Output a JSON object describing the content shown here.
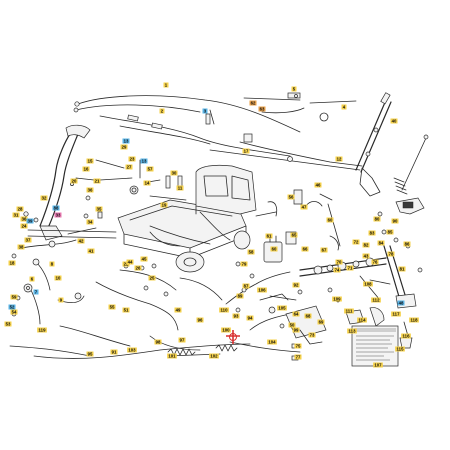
{
  "diagram": {
    "callouts": [
      {
        "id": "c1",
        "label": "1",
        "color": "#f5d14a"
      },
      {
        "id": "c2",
        "label": "3",
        "color": "#5ab4e6"
      },
      {
        "id": "c3",
        "label": "2",
        "color": "#f5d14a"
      },
      {
        "id": "c4",
        "label": "62",
        "color": "#e8a04a"
      },
      {
        "id": "c5",
        "label": "63",
        "color": "#e8a04a"
      },
      {
        "id": "c6",
        "label": "5",
        "color": "#f5d14a"
      },
      {
        "id": "c7",
        "label": "4",
        "color": "#f5d14a"
      },
      {
        "id": "c8",
        "label": "40",
        "color": "#f5d14a"
      },
      {
        "id": "c9",
        "label": "13",
        "color": "#5ab4e6"
      },
      {
        "id": "c10",
        "label": "12",
        "color": "#f5d14a"
      },
      {
        "id": "c11",
        "label": "29",
        "color": "#f5d14a"
      },
      {
        "id": "c12",
        "label": "23",
        "color": "#f5d14a"
      },
      {
        "id": "c13",
        "label": "27",
        "color": "#f5d14a"
      },
      {
        "id": "c14",
        "label": "57",
        "color": "#f5d14a"
      },
      {
        "id": "c15",
        "label": "30",
        "color": "#f5d14a"
      },
      {
        "id": "c16",
        "label": "13",
        "color": "#5ab4e6"
      },
      {
        "id": "c17",
        "label": "14",
        "color": "#f5d14a"
      },
      {
        "id": "c18",
        "label": "11",
        "color": "#f5d14a"
      },
      {
        "id": "c19",
        "label": "17",
        "color": "#f5d14a"
      },
      {
        "id": "c20",
        "label": "20",
        "color": "#f5d14a"
      },
      {
        "id": "c21",
        "label": "21",
        "color": "#f5d14a"
      },
      {
        "id": "c22",
        "label": "16",
        "color": "#f5d14a"
      },
      {
        "id": "c23",
        "label": "15",
        "color": "#f5d14a"
      },
      {
        "id": "c24",
        "label": "56",
        "color": "#f5d14a"
      },
      {
        "id": "c25",
        "label": "47",
        "color": "#f5d14a"
      },
      {
        "id": "c26",
        "label": "46",
        "color": "#f5d14a"
      },
      {
        "id": "c27",
        "label": "80",
        "color": "#f5d14a"
      },
      {
        "id": "c28",
        "label": "90",
        "color": "#f5d14a"
      },
      {
        "id": "c29",
        "label": "85",
        "color": "#f5d14a"
      },
      {
        "id": "c30",
        "label": "84",
        "color": "#f5d14a"
      },
      {
        "id": "c31",
        "label": "83",
        "color": "#f5d14a"
      },
      {
        "id": "c32",
        "label": "82",
        "color": "#f5d14a"
      },
      {
        "id": "c33",
        "label": "86",
        "color": "#f5d14a"
      },
      {
        "id": "c34",
        "label": "78",
        "color": "#f5d14a"
      },
      {
        "id": "c35",
        "label": "81",
        "color": "#f5d14a"
      },
      {
        "id": "c36",
        "label": "72",
        "color": "#f5d14a"
      },
      {
        "id": "c37",
        "label": "76",
        "color": "#f5d14a"
      },
      {
        "id": "c38",
        "label": "43",
        "color": "#f5d14a"
      },
      {
        "id": "c39",
        "label": "109",
        "color": "#f5d14a"
      },
      {
        "id": "c40",
        "label": "100",
        "color": "#f5d14a"
      },
      {
        "id": "c41",
        "label": "107",
        "color": "#f5d14a"
      },
      {
        "id": "c42",
        "label": "48",
        "color": "#5ab4e6"
      },
      {
        "id": "c43",
        "label": "60",
        "color": "#f5d14a"
      },
      {
        "id": "c44",
        "label": "58",
        "color": "#f5d14a"
      },
      {
        "id": "c45",
        "label": "61",
        "color": "#f5d14a"
      },
      {
        "id": "c46",
        "label": "65",
        "color": "#f5d14a"
      },
      {
        "id": "c47",
        "label": "66",
        "color": "#f5d14a"
      },
      {
        "id": "c48",
        "label": "67",
        "color": "#f5d14a"
      },
      {
        "id": "c49",
        "label": "70",
        "color": "#f5d14a"
      },
      {
        "id": "c50",
        "label": "71",
        "color": "#f5d14a"
      },
      {
        "id": "c51",
        "label": "74",
        "color": "#f5d14a"
      },
      {
        "id": "c52",
        "label": "92",
        "color": "#f5d14a"
      },
      {
        "id": "c53",
        "label": "110",
        "color": "#f5d14a"
      },
      {
        "id": "c54",
        "label": "50",
        "color": "#f5d14a"
      },
      {
        "id": "c55",
        "label": "99",
        "color": "#f5d14a"
      },
      {
        "id": "c56",
        "label": "18",
        "color": "#f5d14a"
      },
      {
        "id": "c57",
        "label": "88",
        "color": "#5ab4e6"
      },
      {
        "id": "c58",
        "label": "9",
        "color": "#f5d14a"
      },
      {
        "id": "c59",
        "label": "119",
        "color": "#f5d14a"
      },
      {
        "id": "c60",
        "label": "103",
        "color": "#f5d14a"
      },
      {
        "id": "c61",
        "label": "91",
        "color": "#f5d14a"
      },
      {
        "id": "c62",
        "label": "95",
        "color": "#f5d14a"
      },
      {
        "id": "c63",
        "label": "31",
        "color": "#f5d14a"
      },
      {
        "id": "c64",
        "label": "36",
        "color": "#f5d14a"
      },
      {
        "id": "c65",
        "label": "39",
        "color": "#5ab4e6"
      },
      {
        "id": "c66",
        "label": "37",
        "color": "#f5d14a"
      },
      {
        "id": "c67",
        "label": "38",
        "color": "#f5d14a"
      },
      {
        "id": "c68",
        "label": "26",
        "color": "#f5d14a"
      },
      {
        "id": "c69",
        "label": "22",
        "color": "#f5d14a"
      },
      {
        "id": "c70",
        "label": "25",
        "color": "#f5d14a"
      },
      {
        "id": "c71",
        "label": "6",
        "color": "#f5d14a"
      },
      {
        "id": "c72",
        "label": "7",
        "color": "#5ab4e6"
      },
      {
        "id": "c73",
        "label": "8",
        "color": "#f5d14a"
      },
      {
        "id": "c74",
        "label": "10",
        "color": "#f5d14a"
      },
      {
        "id": "c75",
        "label": "44",
        "color": "#f5d14a"
      },
      {
        "id": "c76",
        "label": "45",
        "color": "#f5d14a"
      },
      {
        "id": "c77",
        "label": "42",
        "color": "#f5d14a"
      },
      {
        "id": "c78",
        "label": "41",
        "color": "#f5d14a"
      },
      {
        "id": "c79",
        "label": "34",
        "color": "#f5d14a"
      },
      {
        "id": "c80",
        "label": "35",
        "color": "#f5d14a"
      },
      {
        "id": "c81",
        "label": "33",
        "color": "#e878b0"
      },
      {
        "id": "c82",
        "label": "32",
        "color": "#f5d14a"
      },
      {
        "id": "c83",
        "label": "28",
        "color": "#f5d14a"
      },
      {
        "id": "c84",
        "label": "24",
        "color": "#f5d14a"
      },
      {
        "id": "c85",
        "label": "59",
        "color": "#f5d14a"
      },
      {
        "id": "c86",
        "label": "54",
        "color": "#f5d14a"
      },
      {
        "id": "c87",
        "label": "53",
        "color": "#f5d14a"
      },
      {
        "id": "c88",
        "label": "52",
        "color": "#5ab4e6"
      },
      {
        "id": "c89",
        "label": "51",
        "color": "#f5d14a"
      },
      {
        "id": "c90",
        "label": "55",
        "color": "#f5d14a"
      },
      {
        "id": "c91",
        "label": "49",
        "color": "#f5d14a"
      },
      {
        "id": "c92",
        "label": "64",
        "color": "#f5d14a"
      },
      {
        "id": "c93",
        "label": "68",
        "color": "#f5d14a"
      },
      {
        "id": "c94",
        "label": "69",
        "color": "#f5d14a"
      },
      {
        "id": "c95",
        "label": "73",
        "color": "#f5d14a"
      },
      {
        "id": "c96",
        "label": "75",
        "color": "#f5d14a"
      },
      {
        "id": "c97",
        "label": "77",
        "color": "#f5d14a"
      },
      {
        "id": "c98",
        "label": "79",
        "color": "#f5d14a"
      },
      {
        "id": "c99",
        "label": "87",
        "color": "#f5d14a"
      },
      {
        "id": "c100",
        "label": "89",
        "color": "#f5d14a"
      },
      {
        "id": "c101",
        "label": "93",
        "color": "#f5d14a"
      },
      {
        "id": "c102",
        "label": "94",
        "color": "#f5d14a"
      },
      {
        "id": "c103",
        "label": "96",
        "color": "#f5d14a"
      },
      {
        "id": "c104",
        "label": "97",
        "color": "#f5d14a"
      },
      {
        "id": "c105",
        "label": "98",
        "color": "#f5d14a"
      },
      {
        "id": "c106",
        "label": "101",
        "color": "#f5d14a"
      },
      {
        "id": "c107",
        "label": "102",
        "color": "#f5d14a"
      },
      {
        "id": "c108",
        "label": "104",
        "color": "#f5d14a"
      },
      {
        "id": "c109",
        "label": "105",
        "color": "#f5d14a"
      },
      {
        "id": "c110",
        "label": "106",
        "color": "#f5d14a"
      },
      {
        "id": "c111",
        "label": "108",
        "color": "#f5d14a"
      },
      {
        "id": "c112",
        "label": "111",
        "color": "#f5d14a"
      },
      {
        "id": "c113",
        "label": "112",
        "color": "#f5d14a"
      },
      {
        "id": "c114",
        "label": "113",
        "color": "#f5d14a"
      },
      {
        "id": "c115",
        "label": "114",
        "color": "#f5d14a"
      },
      {
        "id": "c116",
        "label": "115",
        "color": "#f5d14a"
      },
      {
        "id": "c117",
        "label": "116",
        "color": "#f5d14a"
      },
      {
        "id": "c118",
        "label": "117",
        "color": "#f5d14a"
      },
      {
        "id": "c119",
        "label": "118",
        "color": "#f5d14a"
      },
      {
        "id": "c120",
        "label": "19",
        "color": "#f5d14a"
      },
      {
        "id": "c121",
        "label": "60",
        "color": "#f5d14a"
      },
      {
        "id": "c122",
        "label": "36",
        "color": "#f5d14a"
      }
    ]
  }
}
